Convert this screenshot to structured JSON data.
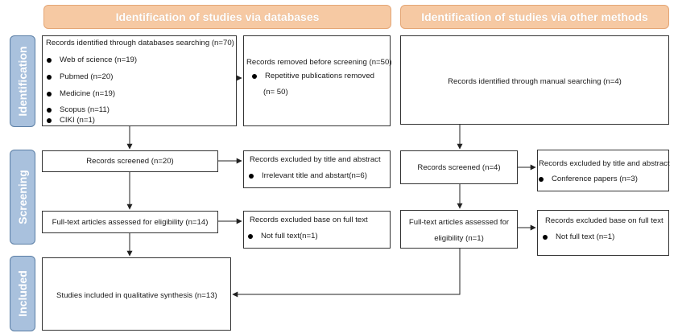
{
  "headers": {
    "databases": "Identification of studies via databases",
    "other": "Identification of studies via other methods"
  },
  "stages": {
    "identification": "Identification",
    "screening": "Screening",
    "included": "Included"
  },
  "db": {
    "identified": {
      "title": "Records identified through databases searching (n=70)",
      "items": [
        "Web of science (n=19)",
        "Pubmed (n=20)",
        "Medicine (n=19)",
        "Scopus (n=11)",
        "CIKI (n=1)"
      ]
    },
    "removed": {
      "title": "Records removed before screening (n=50)",
      "item": "Repetitive publications removed",
      "count": "(n= 50)"
    },
    "screened": "Records screened (n=20)",
    "excluded_title": {
      "title": "Records excluded by title and abstract",
      "item": "Irrelevant title and abstart(n=6)"
    },
    "fulltext": "Full-text articles assessed for eligibility (n=14)",
    "excluded_full": {
      "title": "Records excluded base on full text",
      "item": "Not full text(n=1)"
    },
    "included": "Studies included in qualitative synthesis (n=13)"
  },
  "other": {
    "identified": "Records identified through manual searching (n=4)",
    "screened": "Records screened (n=4)",
    "excluded_title": {
      "title": "Records excluded by title and abstract",
      "item": "Conference papers (n=3)"
    },
    "fulltext_line1": "Full-text articles assessed for",
    "fulltext_line2": "eligibility (n=1)",
    "excluded_full": {
      "title": "Records excluded base on full text",
      "item": "Not full text (n=1)"
    }
  }
}
